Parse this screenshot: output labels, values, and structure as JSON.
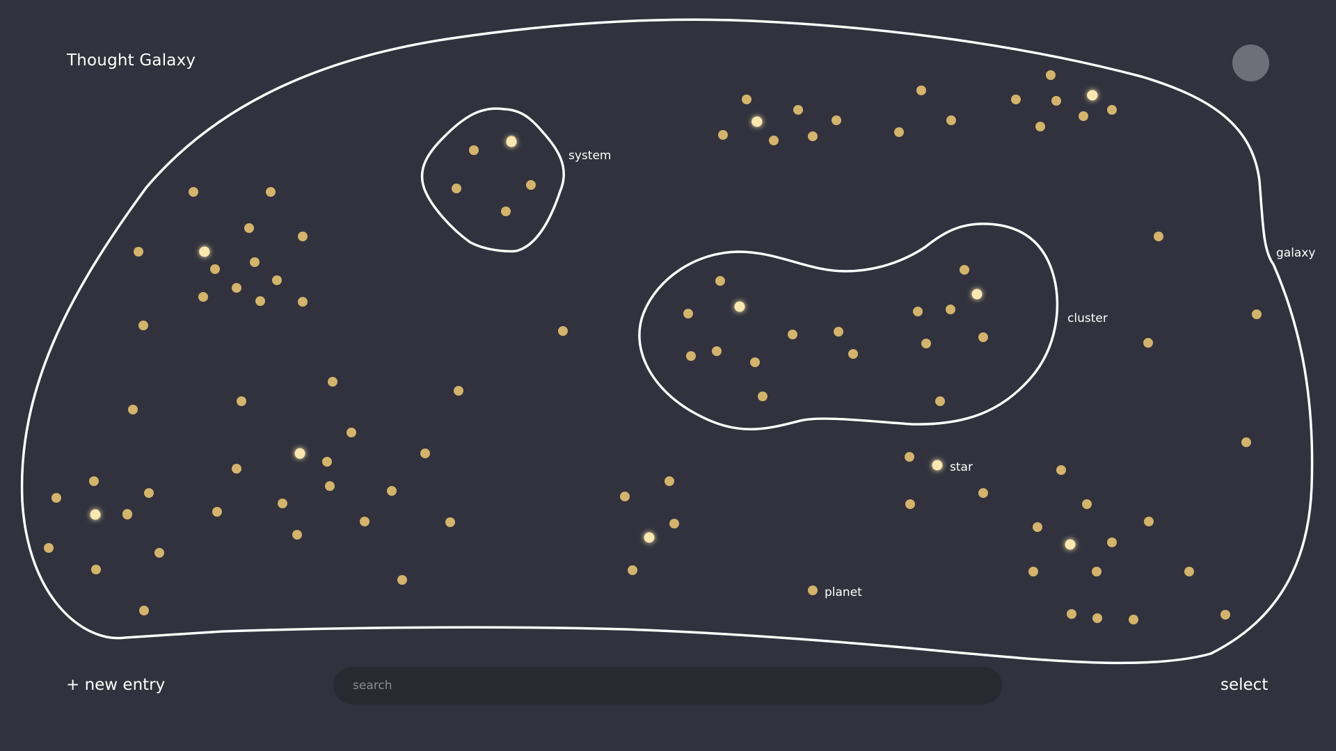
{
  "app": {
    "title": "Thought Galaxy"
  },
  "header": {
    "avatar_icon": "user-avatar-circle"
  },
  "footer": {
    "new_entry_label": "+ new entry",
    "search_placeholder": "search",
    "search_value": "",
    "select_label": "select"
  },
  "legend": {
    "galaxy": "galaxy",
    "system": "system",
    "cluster": "cluster",
    "star": "star",
    "planet": "planet"
  },
  "colors": {
    "background": "#31323d",
    "star": "#d4b46c",
    "star_highlight": "#fbe7b0",
    "outline": "#ffffff",
    "search_bg": "#282931",
    "avatar": "#6e6f78"
  }
}
